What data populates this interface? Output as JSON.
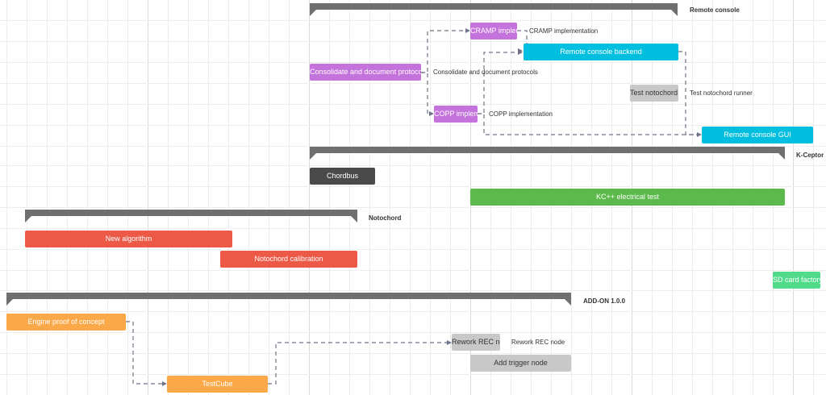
{
  "groups": [
    {
      "id": "remote-console",
      "label": "Remote console"
    },
    {
      "id": "k-ceptor",
      "label": "K-Ceptor"
    },
    {
      "id": "notochord",
      "label": "Notochord"
    },
    {
      "id": "add-on",
      "label": "ADD-ON 1.0.0"
    }
  ],
  "tasks": [
    {
      "id": "cramp",
      "label": "CRAMP implementation",
      "side_label": "CRAMP implementation",
      "color": "#c573dc"
    },
    {
      "id": "remote-backend",
      "label": "Remote console backend",
      "side_label": "",
      "color": "#00bedf"
    },
    {
      "id": "consolidate",
      "label": "Consolidate and document protocols",
      "side_label": "Consolidate and document protocols",
      "color": "#c573dc"
    },
    {
      "id": "test-notochord",
      "label": "Test notochord runner",
      "side_label": "Test notochord runner",
      "color": "#c8c8c8"
    },
    {
      "id": "copp",
      "label": "COPP implementation",
      "side_label": "COPP implementation",
      "color": "#c573dc"
    },
    {
      "id": "remote-gui",
      "label": "Remote console GUI",
      "side_label": "",
      "color": "#00bedf"
    },
    {
      "id": "chordbus",
      "label": "Chordbus",
      "side_label": "",
      "color": "#4a4a4a"
    },
    {
      "id": "kc-electrical",
      "label": "KC++ electrical test",
      "side_label": "",
      "color": "#5cba4d"
    },
    {
      "id": "new-algorithm",
      "label": "New algorithm",
      "side_label": "",
      "color": "#ec5a47"
    },
    {
      "id": "notochord-calibration",
      "label": "Notochord calibration",
      "side_label": "",
      "color": "#ec5a47"
    },
    {
      "id": "sd-card",
      "label": "SD card factory",
      "side_label": "",
      "color": "#4fdb8a"
    },
    {
      "id": "engine-poc",
      "label": "Engine proof of concept",
      "side_label": "",
      "color": "#fba849"
    },
    {
      "id": "rework-rec",
      "label": "Rework REC node",
      "side_label": "Rework REC node",
      "color": "#c8c8c8"
    },
    {
      "id": "add-trigger",
      "label": "Add trigger node",
      "side_label": "",
      "color": "#c8c8c8"
    },
    {
      "id": "testcube",
      "label": "TestCube",
      "side_label": "",
      "color": "#fba849"
    }
  ],
  "colors": {
    "group_bar": "#6f6f6f",
    "link": "#6e7389",
    "grid": "#ececec"
  }
}
